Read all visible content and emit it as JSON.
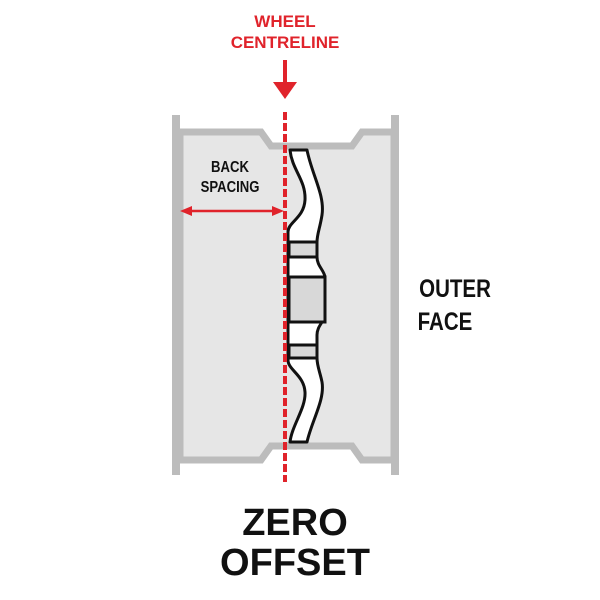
{
  "labels": {
    "centreline_line1": "WHEEL",
    "centreline_line2": "CENTRELINE",
    "back_spacing_line1": "BACK",
    "back_spacing_line2": "SPACING",
    "outer_face_line1": "OUTER",
    "outer_face_line2": "FACE",
    "title_line1": "ZERO",
    "title_line2": "OFFSET"
  },
  "colors": {
    "accent": "#e0232b",
    "rim": "#bcbcbc",
    "rim_fill": "#e6e6e6",
    "outline": "#111111"
  }
}
